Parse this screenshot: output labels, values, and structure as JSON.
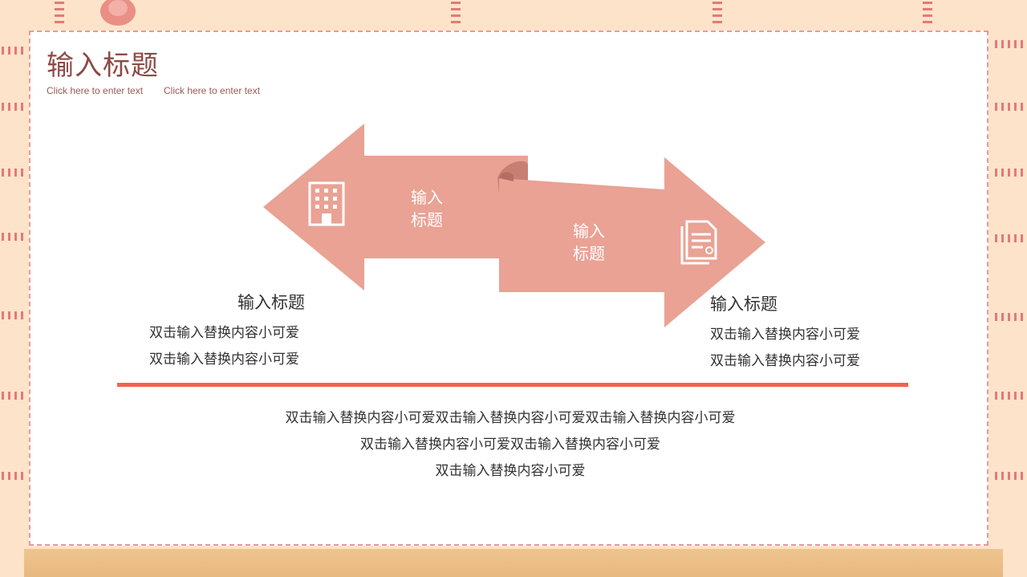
{
  "slide": {
    "title": "输入标题",
    "subtitles": [
      "Click here to enter text",
      "Click here to enter text"
    ]
  },
  "arrows": {
    "left": {
      "label_line1": "输入",
      "label_line2": "标题",
      "icon": "building-icon"
    },
    "right": {
      "label_line1": "输入",
      "label_line2": "标题",
      "icon": "document-icon"
    }
  },
  "left_block": {
    "heading": "输入标题",
    "lines": [
      "双击输入替换内容小可爱",
      "双击输入替换内容小可爱"
    ]
  },
  "right_block": {
    "heading": "输入标题",
    "lines": [
      "双击输入替换内容小可爱",
      "双击输入替换内容小可爱"
    ]
  },
  "bottom_paragraph": [
    "双击输入替换内容小可爱双击输入替换内容小可爱双击输入替换内容小可爱",
    "双击输入替换内容小可爱双击输入替换内容小可爱",
    "双击输入替换内容小可爱"
  ],
  "colors": {
    "background": "#fde3c9",
    "arrow": "#e9a294",
    "arrow_fold": "#c77f74",
    "divider": "#f2624e",
    "title": "#8c4a46",
    "border": "#e79a9a"
  }
}
